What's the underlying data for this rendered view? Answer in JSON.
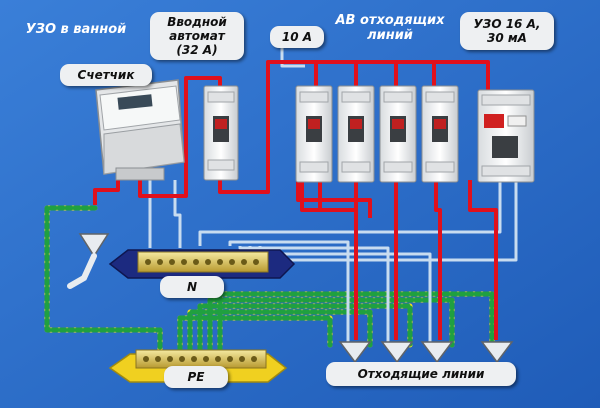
{
  "labels": {
    "uzo_bath": "УЗО в ванной",
    "input_breaker": [
      "Вводной",
      "автомат",
      "(32 А)"
    ],
    "current_10a": "10 А",
    "outgoing_breakers": [
      "АВ отходящих",
      "линий"
    ],
    "uzo_rating": [
      "УЗО 16 А,",
      "30 мА"
    ],
    "meter": "Счетчик",
    "neutral_bus": "N",
    "pe_bus": "PE",
    "outgoing_lines": "Отходящие линии"
  },
  "colors": {
    "background": "#2a6cc8",
    "phase_wire": "#e0101c",
    "neutral_wire": "#c8dcf0",
    "ground_wire_yellow": "#f0e020",
    "ground_wire_green": "#20a040",
    "busbar_n": "#1c2a80",
    "busbar_pe": "#f0d020"
  },
  "icons": [
    "electricity-meter-icon",
    "circuit-breaker-icon",
    "rcd-icon",
    "busbar-icon",
    "cable-end-icon"
  ]
}
